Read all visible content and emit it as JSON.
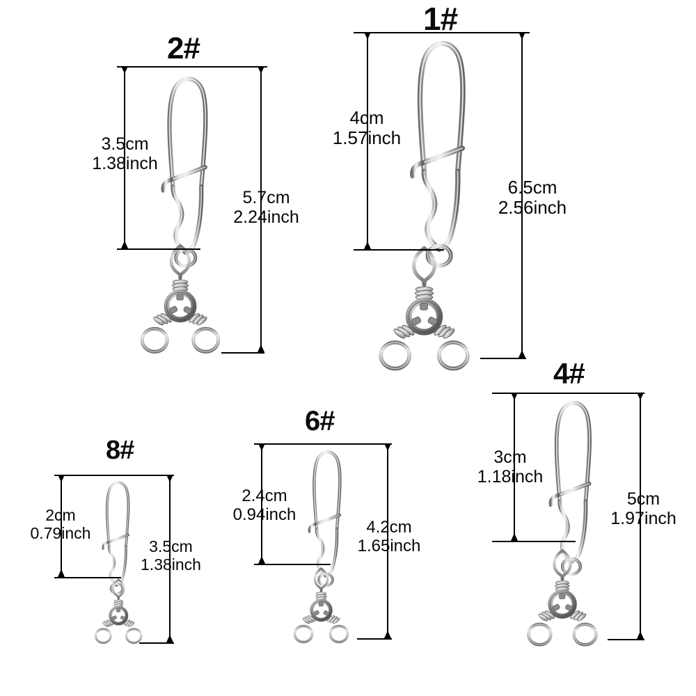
{
  "page": {
    "background_color": "#ffffff",
    "metal_color": "#9a9a9a",
    "line_color": "#000000",
    "description": "Fishing three-way swivel with snap clip size chart"
  },
  "items": [
    {
      "id": "size-2",
      "size_label": "2#",
      "snap_length": {
        "cm": "3.5cm",
        "inch": "1.38inch"
      },
      "total_length": {
        "cm": "5.7cm",
        "inch": "2.24inch"
      }
    },
    {
      "id": "size-1",
      "size_label": "1#",
      "snap_length": {
        "cm": "4cm",
        "inch": "1.57inch"
      },
      "total_length": {
        "cm": "6.5cm",
        "inch": "2.56inch"
      }
    },
    {
      "id": "size-8",
      "size_label": "8#",
      "snap_length": {
        "cm": "2cm",
        "inch": "0.79inch"
      },
      "total_length": {
        "cm": "3.5cm",
        "inch": "1.38inch"
      }
    },
    {
      "id": "size-6",
      "size_label": "6#",
      "snap_length": {
        "cm": "2.4cm",
        "inch": "0.94inch"
      },
      "total_length": {
        "cm": "4.2cm",
        "inch": "1.65inch"
      }
    },
    {
      "id": "size-4",
      "size_label": "4#",
      "snap_length": {
        "cm": "3cm",
        "inch": "1.18inch"
      },
      "total_length": {
        "cm": "5cm",
        "inch": "1.97inch"
      }
    }
  ]
}
